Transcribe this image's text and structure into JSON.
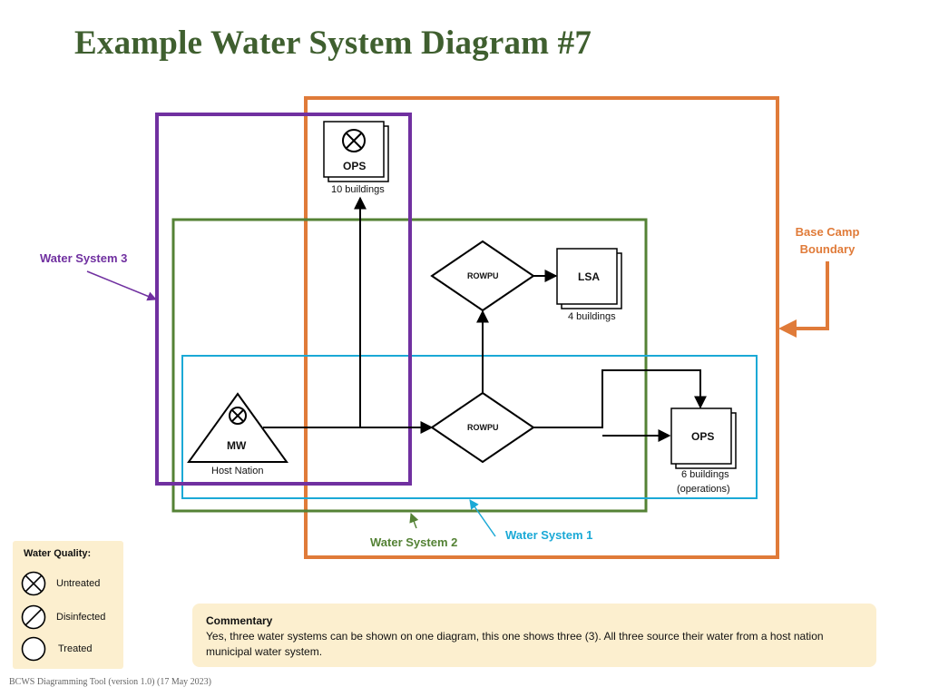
{
  "page": {
    "title": "Example Water System Diagram #7",
    "footer": "BCWS Diagramming Tool (version 1.0) (17 May 2023)"
  },
  "colors": {
    "title": "#3f5f2f",
    "base_camp_boundary": "#e07b39",
    "water_system_1": "#1ba9d6",
    "water_system_2": "#548235",
    "water_system_3": "#7030a0",
    "panel_fill": "#fcefcf"
  },
  "boundaries": {
    "base_camp": "Base Camp\nBoundary",
    "system_1": "Water System 1",
    "system_2": "Water System 2",
    "system_3": "Water System 3"
  },
  "nodes": {
    "ops_top": {
      "label": "OPS",
      "caption": "10 buildings",
      "quality": "untreated",
      "icon": "stacked-building"
    },
    "lsa": {
      "label": "LSA",
      "caption": "4 buildings",
      "icon": "stacked-building"
    },
    "ops_right": {
      "label": "OPS",
      "caption_line1": "6 buildings",
      "caption_line2": "(operations)",
      "icon": "stacked-building"
    },
    "rowpu_upper": {
      "label": "ROWPU",
      "icon": "diamond"
    },
    "rowpu_lower": {
      "label": "ROWPU",
      "icon": "diamond"
    },
    "mw": {
      "label": "MW",
      "caption": "Host Nation",
      "quality": "untreated",
      "icon": "triangle-source"
    }
  },
  "legend": {
    "title": "Water Quality:",
    "items": [
      {
        "label": "Untreated",
        "icon": "circle-x-icon"
      },
      {
        "label": "Disinfected",
        "icon": "circle-slash-icon"
      },
      {
        "label": "Treated",
        "icon": "circle-icon"
      }
    ]
  },
  "commentary": {
    "title": "Commentary",
    "text": "Yes, three water systems can be shown on one diagram, this one shows three (3).  All three source their water from a host nation municipal water system."
  }
}
